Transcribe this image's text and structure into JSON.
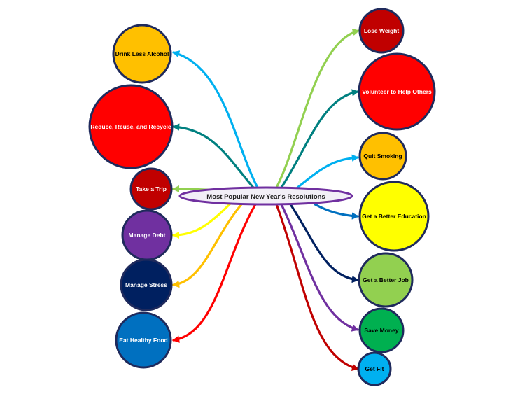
{
  "center": {
    "label": "Most Popular New Year's Resolutions"
  },
  "nodes": {
    "drink_less_alcohol": {
      "label": "Drink Less Alcohol",
      "fill": "#ffc000",
      "text": "#000000",
      "edge": "#00b0f0"
    },
    "reduce_reuse_recycle": {
      "label": "Reduce, Reuse, and Recycle",
      "fill": "#ff0000",
      "text": "#ffffff",
      "edge": "#008080"
    },
    "take_a_trip": {
      "label": "Take a Trip",
      "fill": "#c00000",
      "text": "#ffffff",
      "edge": "#92d050"
    },
    "manage_debt": {
      "label": "Manage Debt",
      "fill": "#7030a0",
      "text": "#ffffff",
      "edge": "#ffff00"
    },
    "manage_stress": {
      "label": "Manage Stress",
      "fill": "#002060",
      "text": "#ffffff",
      "edge": "#ffc000"
    },
    "eat_healthy_food": {
      "label": "Eat Healthy Food",
      "fill": "#0070c0",
      "text": "#ffffff",
      "edge": "#ff0000"
    },
    "lose_weight": {
      "label": "Lose Weight",
      "fill": "#c00000",
      "text": "#ffffff",
      "edge": "#92d050"
    },
    "volunteer": {
      "label": "Volunteer to Help Others",
      "fill": "#ff0000",
      "text": "#ffffff",
      "edge": "#008080"
    },
    "quit_smoking": {
      "label": "Quit Smoking",
      "fill": "#ffc000",
      "text": "#000000",
      "edge": "#00b0f0"
    },
    "better_education": {
      "label": "Get a Better Education",
      "fill": "#ffff00",
      "text": "#000000",
      "edge": "#0070c0"
    },
    "better_job": {
      "label": "Get a Better Job",
      "fill": "#92d050",
      "text": "#000000",
      "edge": "#002060"
    },
    "save_money": {
      "label": "Save Money",
      "fill": "#00b050",
      "text": "#000000",
      "edge": "#7030a0"
    },
    "get_fit": {
      "label": "Get Fit",
      "fill": "#00b0f0",
      "text": "#000000",
      "edge": "#c00000"
    }
  },
  "colors": {
    "node_border": "#1f2a5c",
    "center_border": "#7030a0",
    "center_fill": "#f2eff7"
  }
}
